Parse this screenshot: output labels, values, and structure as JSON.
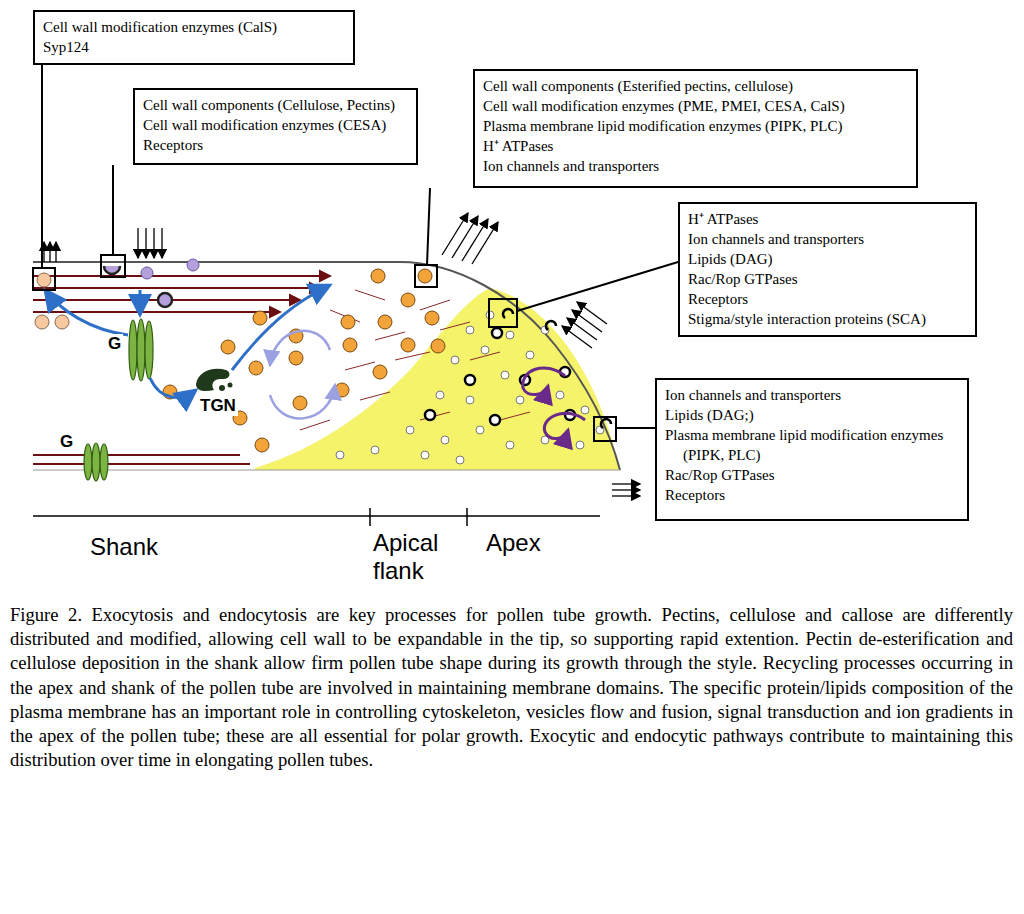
{
  "diagram": {
    "caption": "Figure 2. Exocytosis and endocytosis are key processes for pollen tube growth. Pectins, cellulose and callose are differently distributed and modified, allowing cell wall to be expandable in the tip, so supporting rapid extention. Pectin de-esterification and cellulose deposition in the shank allow firm pollen tube shape during its growth through the style. Recycling processes occurring in the apex and shank of the pollen tube are involved in maintaining membrane domains. The specific protein/lipids composition of the plasma membrane has an important role in controlling cytoskeleton, vesicles flow and fusion, signal transduction and ion gradients in the apex of the pollen tube; these are all essential for polar growth. Exocytic and endocytic pathways contribute to maintaining this distribution over time in elongating pollen tubes.",
    "nodes": [
      {
        "text": [
          "Cell wall modification enzymes (CalS)",
          "Syp124"
        ]
      },
      {
        "text": [
          "Cell wall components (Cellulose, Pectins)",
          "Cell wall modification enzymes (CESA)",
          "Receptors"
        ]
      },
      {
        "text": [
          "Cell wall components (Esterified pectins, cellulose)",
          "Cell wall modification enzymes (PME, PMEI, CESA, CalS)",
          "Plasma membrane lipid modification enzymes (PIPK, PLC)",
          "H⁺ ATPases",
          "Ion channels and transporters"
        ]
      },
      {
        "text": [
          "H⁺ ATPases",
          "Ion channels and transporters",
          "Lipids (DAG)",
          "Rac/Rop GTPases",
          "Receptors",
          "Stigma/style interaction proteins (SCA)"
        ]
      },
      {
        "text": [
          "Ion channels and transporters",
          "Lipids (DAG;)",
          "Plasma membrane lipid modification enzymes (PIPK, PLC)",
          "Rac/Rop GTPases",
          "Receptors"
        ]
      }
    ],
    "labels": [
      "G",
      "TGN",
      "G",
      "Shank",
      "Apical flank",
      "Apex"
    ]
  }
}
